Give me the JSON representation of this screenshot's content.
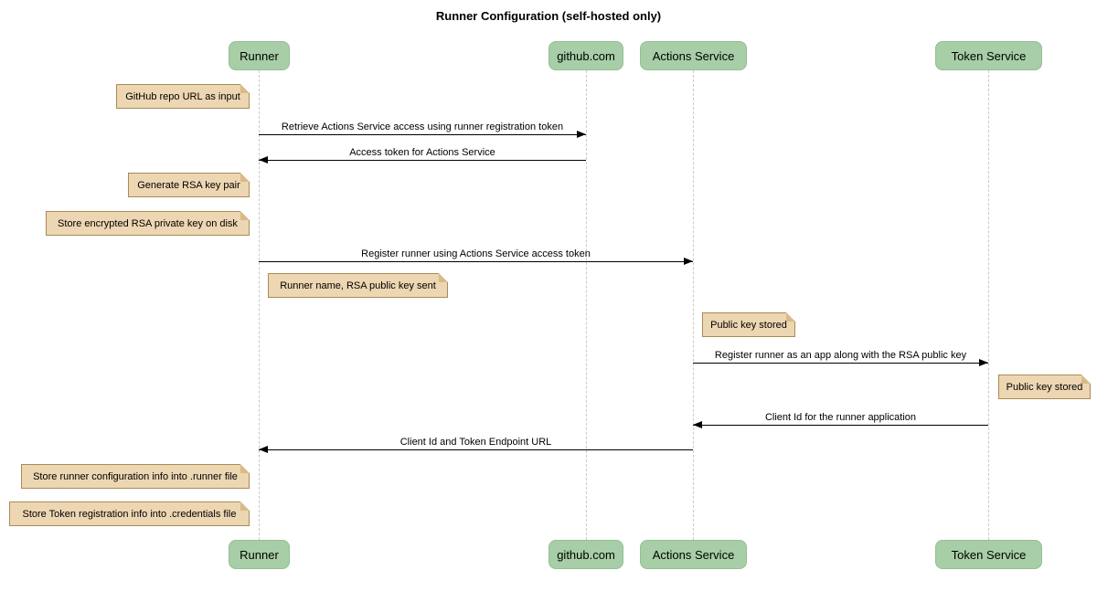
{
  "diagram": {
    "title": "Runner Configuration (self-hosted only)",
    "type": "sequence-diagram"
  },
  "participants": [
    {
      "label": "Runner"
    },
    {
      "label": "github.com"
    },
    {
      "label": "Actions Service"
    },
    {
      "label": "Token Service"
    }
  ],
  "notes": [
    {
      "text": "GitHub repo URL as input",
      "position": "left of Runner"
    },
    {
      "text": "Generate RSA key pair",
      "position": "left of Runner"
    },
    {
      "text": "Store encrypted RSA private key on disk",
      "position": "left of Runner"
    },
    {
      "text": "Runner name, RSA public key sent",
      "position": "right of Runner"
    },
    {
      "text": "Public key stored",
      "position": "right of Actions Service"
    },
    {
      "text": "Public key stored",
      "position": "right of Token Service"
    },
    {
      "text": "Store runner configuration info into .runner file",
      "position": "left of Runner"
    },
    {
      "text": "Store Token registration info into .credentials file",
      "position": "left of Runner"
    }
  ],
  "messages": [
    {
      "text": "Retrieve Actions Service access using runner registration token",
      "from": "Runner",
      "to": "github.com",
      "direction": "right"
    },
    {
      "text": "Access token for Actions Service",
      "from": "github.com",
      "to": "Runner",
      "direction": "left"
    },
    {
      "text": "Register runner using Actions Service access token",
      "from": "Runner",
      "to": "Actions Service",
      "direction": "right"
    },
    {
      "text": "Register runner as an app along with the RSA public key",
      "from": "Actions Service",
      "to": "Token Service",
      "direction": "right"
    },
    {
      "text": "Client Id for the runner application",
      "from": "Token Service",
      "to": "Actions Service",
      "direction": "left"
    },
    {
      "text": "Client Id and Token Endpoint URL",
      "from": "Actions Service",
      "to": "Runner",
      "direction": "left"
    }
  ],
  "colors": {
    "participant_fill": "#a7cea7",
    "participant_border": "#94be94",
    "note_fill": "#edd6b2",
    "note_border": "#aa8b56",
    "note_fold": "#d9ba87",
    "lifeline": "#c9c9c9",
    "message_line": "#000000",
    "text": "#000000",
    "background": "#ffffff"
  }
}
